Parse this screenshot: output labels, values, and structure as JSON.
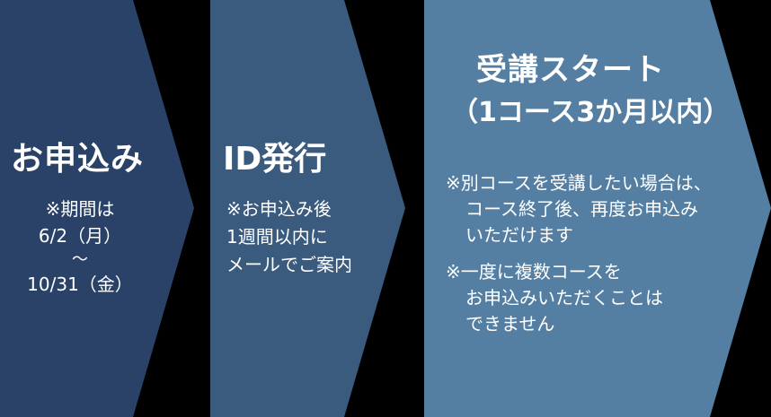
{
  "colors": {
    "background": "#000000",
    "step1_fill": "#2a4268",
    "step2_fill": "#3a5a7e",
    "step3_fill": "#557fa2",
    "text": "#ffffff"
  },
  "steps": [
    {
      "title": "お申込み",
      "lines": [
        "※期間は",
        "6/2（月）",
        "～",
        "10/31（金）"
      ]
    },
    {
      "title": "ID発行",
      "lines": [
        "※お申込み後",
        "1週間以内に",
        "メールでご案内"
      ]
    },
    {
      "title": "受講スタート",
      "subtitle": "（1コース3か月以内）",
      "notes": [
        {
          "lines": [
            "※別コースを受講したい場合は、",
            "コース終了後、再度お申込み",
            "いただけます"
          ]
        },
        {
          "lines": [
            "※一度に複数コースを",
            "お申込みいただくことは",
            "できません"
          ]
        }
      ]
    }
  ]
}
